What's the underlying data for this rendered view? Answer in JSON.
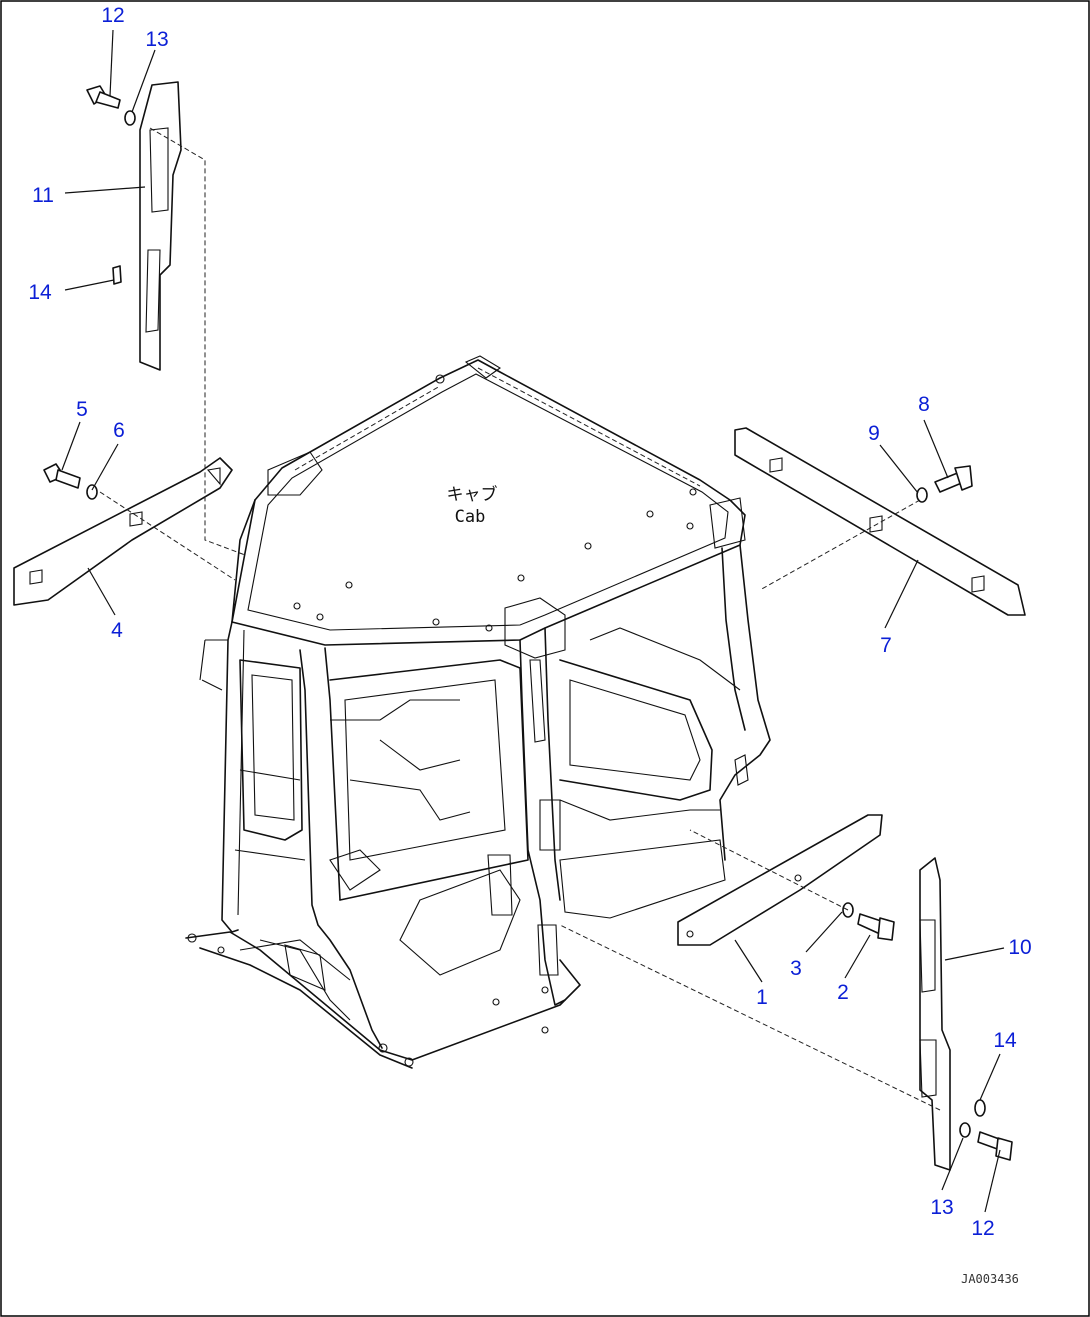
{
  "cab_label_jp": "キャブ",
  "cab_label_en": "Cab",
  "drawing_code": "JA003436",
  "callout_color": "#0b1fd6",
  "callouts": [
    "12",
    "13",
    "11",
    "14",
    "5",
    "6",
    "4",
    "8",
    "9",
    "7",
    "1",
    "3",
    "2",
    "10",
    "14",
    "13",
    "12"
  ]
}
